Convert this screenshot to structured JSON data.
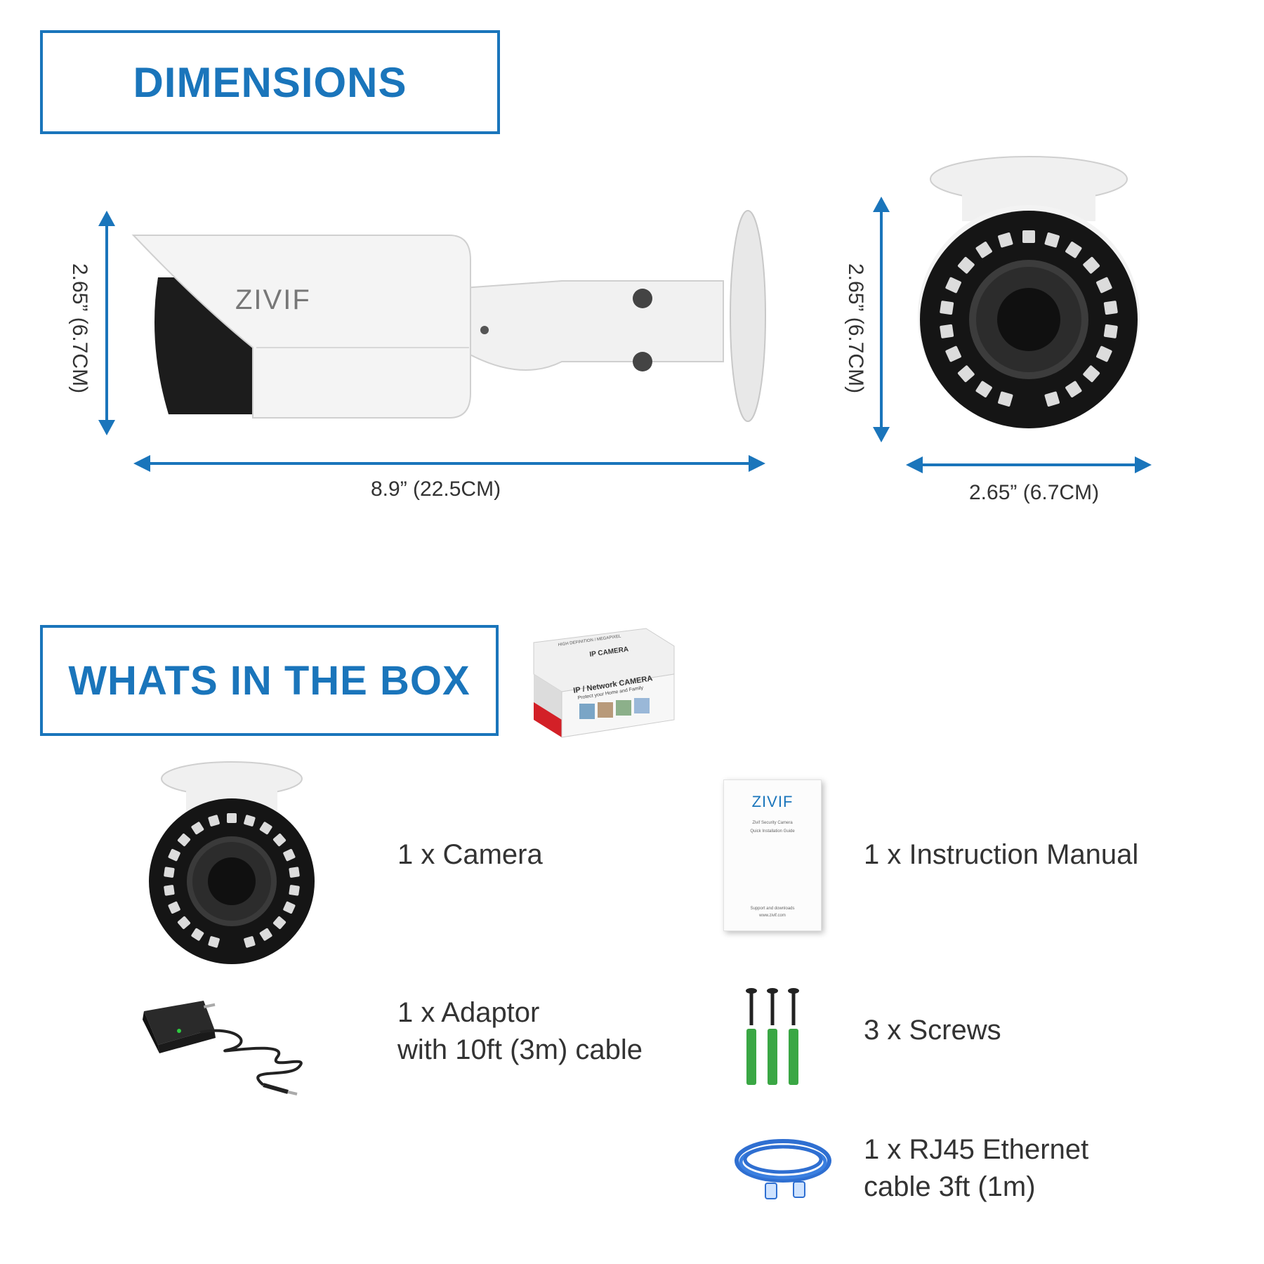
{
  "dimensions_title": "DIMENSIONS",
  "box_title": "WHATS IN THE BOX",
  "accent_color": "#1a75bb",
  "side_view": {
    "brand": "ZIVIF",
    "height_label": "2.65” (6.7CM)",
    "length_label": "8.9” (22.5CM)"
  },
  "front_view": {
    "height_label": "2.65” (6.7CM)",
    "width_label": "2.65” (6.7CM)"
  },
  "package": {
    "line1": "IP CAMERA",
    "line2": "IP / Network CAMERA",
    "line3": "Protect your Home and Family",
    "line4": "HIGH DEFINITION / MEGAPIXEL"
  },
  "manual": {
    "brand": "ZIVIF",
    "subtitle": "Zivif Security Camera",
    "subtitle2": "Quick Installation Guide",
    "footer1": "Support and downloads",
    "footer2": "www.zivif.com"
  },
  "items": {
    "camera": "1 x Camera",
    "adaptor_line1": "1 x Adaptor",
    "adaptor_line2": "with 10ft (3m) cable",
    "manual": "1 x Instruction Manual",
    "screws": "3 x Screws",
    "ethernet_line1": "1 x RJ45 Ethernet",
    "ethernet_line2": "cable 3ft (1m)"
  }
}
